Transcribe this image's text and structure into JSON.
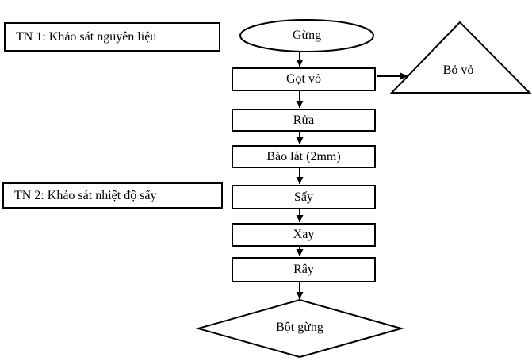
{
  "diagram": {
    "colors": {
      "stroke": "#000000",
      "fill": "#ffffff",
      "text": "#000000"
    },
    "experiment_labels": [
      {
        "text": "TN 1: Khảo sát nguyên liệu"
      },
      {
        "text": "TN 2: Khảo sát nhiệt độ sấy"
      }
    ],
    "nodes": [
      {
        "id": "gung",
        "shape": "ellipse",
        "text": "Gừng"
      },
      {
        "id": "got-vo",
        "shape": "rect",
        "text": "Gọt vỏ"
      },
      {
        "id": "bo-vo",
        "shape": "triangle",
        "text": "Bỏ vỏ"
      },
      {
        "id": "rua",
        "shape": "rect",
        "text": "Rửa"
      },
      {
        "id": "bao-lat",
        "shape": "rect",
        "text": "Bào lát (2mm)"
      },
      {
        "id": "say",
        "shape": "rect",
        "text": "Sấy"
      },
      {
        "id": "xay",
        "shape": "rect",
        "text": "Xay"
      },
      {
        "id": "ray",
        "shape": "rect",
        "text": "Rây"
      },
      {
        "id": "bot-gung",
        "shape": "diamond",
        "text": "Bột gừng"
      }
    ],
    "edges": [
      {
        "from": "Gừng",
        "to": "Gọt vỏ"
      },
      {
        "from": "Gọt vỏ",
        "to": "Bỏ vỏ"
      },
      {
        "from": "Gọt vỏ",
        "to": "Rửa"
      },
      {
        "from": "Rửa",
        "to": "Bào lát (2mm)"
      },
      {
        "from": "Bào lát (2mm)",
        "to": "Sấy"
      },
      {
        "from": "Sấy",
        "to": "Xay"
      },
      {
        "from": "Xay",
        "to": "Rây"
      },
      {
        "from": "Rây",
        "to": "Bột gừng"
      }
    ]
  }
}
